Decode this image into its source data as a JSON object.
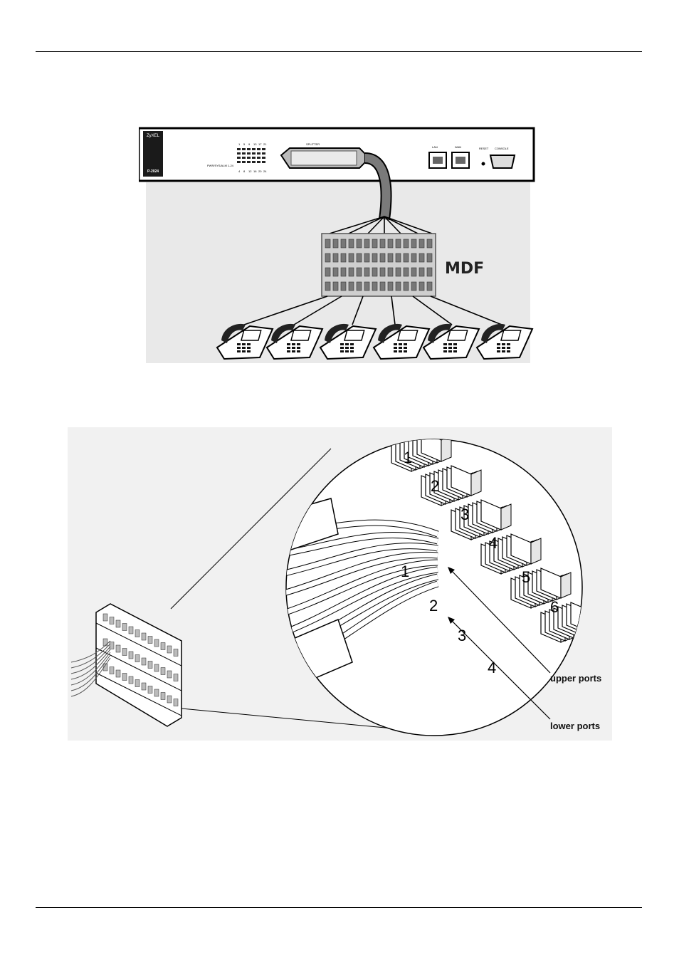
{
  "figure1": {
    "device": {
      "brand": "ZyXEL",
      "model": "P-2024",
      "connector_label": "SPLITTER",
      "led_legend": "PWR/SYS/ALM 1-24",
      "led_numbers_top": [
        "1",
        "5",
        "9",
        "13",
        "17",
        "21"
      ],
      "led_numbers_bottom": [
        "4",
        "8",
        "12",
        "16",
        "20",
        "24"
      ],
      "ports": [
        "LAN",
        "WAN",
        "RESET",
        "CONSOLE"
      ]
    },
    "mdf_label": "MDF",
    "phone_count": 6
  },
  "figure2": {
    "port_numbers_upper": [
      "1",
      "2",
      "3",
      "4",
      "5",
      "6"
    ],
    "port_numbers_lower": [
      "1",
      "2",
      "3",
      "4"
    ],
    "callouts": {
      "upper": "upper ports",
      "lower": "lower ports"
    }
  },
  "colors": {
    "line": "#000000",
    "device_face": "#ffffff",
    "brand_block": "#1a1a1a",
    "cable": "#7a7a7a",
    "mdf_body": "#cfcfcf",
    "shadow": "#d8d8d8"
  }
}
